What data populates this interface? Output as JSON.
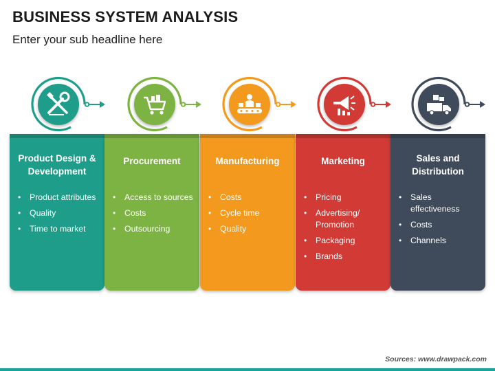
{
  "header": {
    "title": "BUSINESS SYSTEM ANALYSIS",
    "subtitle": "Enter your sub headline here"
  },
  "steps": [
    {
      "title": "Product Design & Development",
      "color": "#1e9e8a",
      "icon": "tools-icon",
      "items": [
        "Product attributes",
        "Quality",
        "Time to market"
      ]
    },
    {
      "title": "Procurement",
      "color": "#7cb342",
      "icon": "shopping-cart-icon",
      "items": [
        "Access to sources",
        "Costs",
        "Outsourcing"
      ]
    },
    {
      "title": "Manufacturing",
      "color": "#f39a1e",
      "icon": "conveyor-worker-icon",
      "items": [
        "Costs",
        "Cycle time",
        "Quality"
      ]
    },
    {
      "title": "Marketing",
      "color": "#d13a35",
      "icon": "megaphone-chart-icon",
      "items": [
        "Pricing",
        "Advertising/ Promotion",
        "Packaging",
        "Brands"
      ]
    },
    {
      "title": "Sales and Distribution",
      "color": "#3f4a5a",
      "icon": "delivery-truck-icon",
      "items": [
        "Sales effectiveness",
        "Costs",
        "Channels"
      ]
    }
  ],
  "footer": {
    "source": "Sources: www.drawpack.com"
  }
}
